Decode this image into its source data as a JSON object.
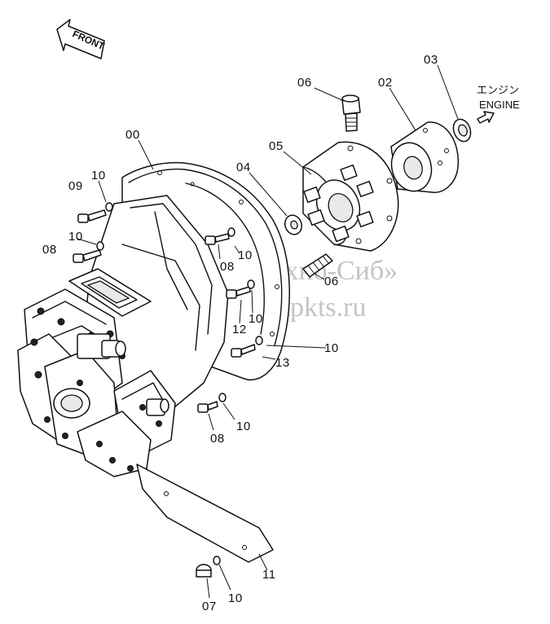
{
  "front_label": "FRONT",
  "engine_jp": "エンジン",
  "engine_en": "ENGINE",
  "watermark_line1": "ТПК «Техно-Сиб»",
  "watermark_line2": "www.tpkts.ru",
  "part_labels": {
    "p00": "00",
    "p02": "02",
    "p03": "03",
    "p04": "04",
    "p05": "05",
    "p06_top": "06",
    "p06_mid": "06",
    "p07": "07",
    "p08_a": "08",
    "p08_b": "08",
    "p08_c": "08",
    "p09": "09",
    "p10_a": "10",
    "p10_b": "10",
    "p10_c": "10",
    "p10_d": "10",
    "p10_e": "10",
    "p10_f": "10",
    "p10_g": "10",
    "p11": "11",
    "p12": "12",
    "p13": "13"
  }
}
